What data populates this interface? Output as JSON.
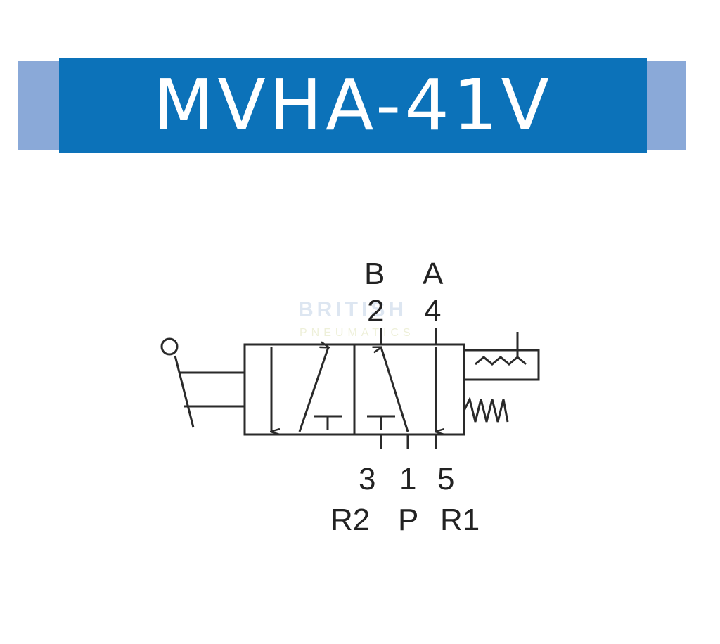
{
  "title": "MVHA-41V",
  "ports_top": {
    "B": "B",
    "A": "A",
    "num_2": "2",
    "num_4": "4"
  },
  "ports_bottom": {
    "num_3": "3",
    "num_1": "1",
    "num_5": "5",
    "R2": "R2",
    "P": "P",
    "R1": "R1"
  },
  "watermark": {
    "line1": "BRITISH",
    "line2": "PNEUMATICS"
  },
  "colors": {
    "banner": "#0c72b9",
    "side_tabs": "#8aa9d8",
    "lines": "#2a2a2a"
  }
}
